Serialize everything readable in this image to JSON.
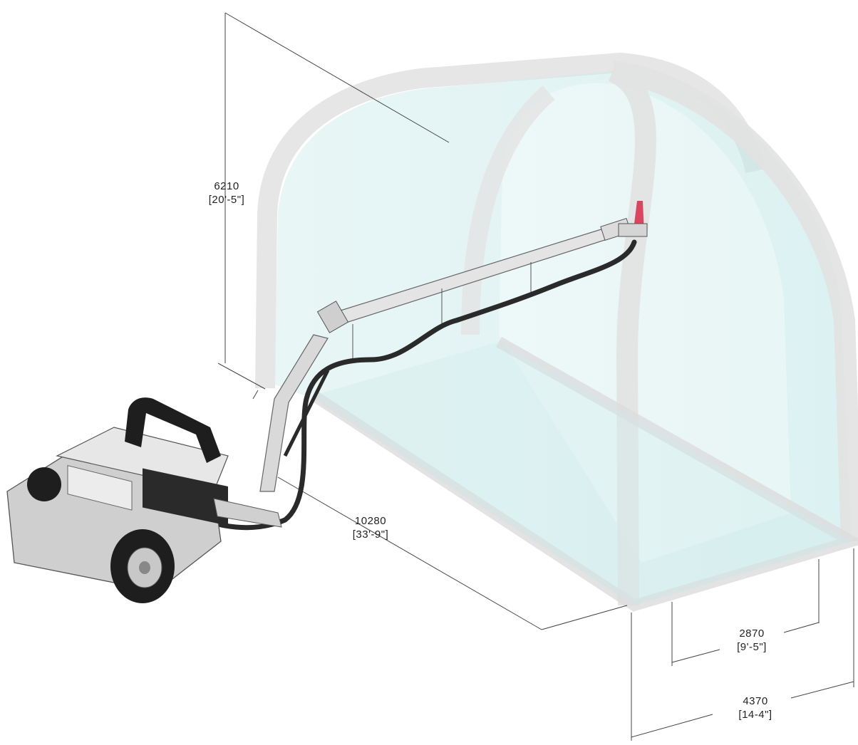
{
  "dimensions": {
    "height": {
      "metric": "6210",
      "imperial": "[20'-5\"]"
    },
    "reach": {
      "metric": "10280",
      "imperial": "[33'-9\"]"
    },
    "inner_width": {
      "metric": "2870",
      "imperial": "[9'-5\"]"
    },
    "outer_width": {
      "metric": "4370",
      "imperial": "[14-4\"]"
    }
  },
  "colors": {
    "tunnel_fill": "#bfe6e6",
    "tunnel_frame": "#e2e2e2",
    "boom": "#d9d9d9",
    "hose": "#2a2a2a",
    "nozzle": "#d9455f",
    "machine_body": "#cfcfcf",
    "machine_dark": "#1e1e1e"
  }
}
